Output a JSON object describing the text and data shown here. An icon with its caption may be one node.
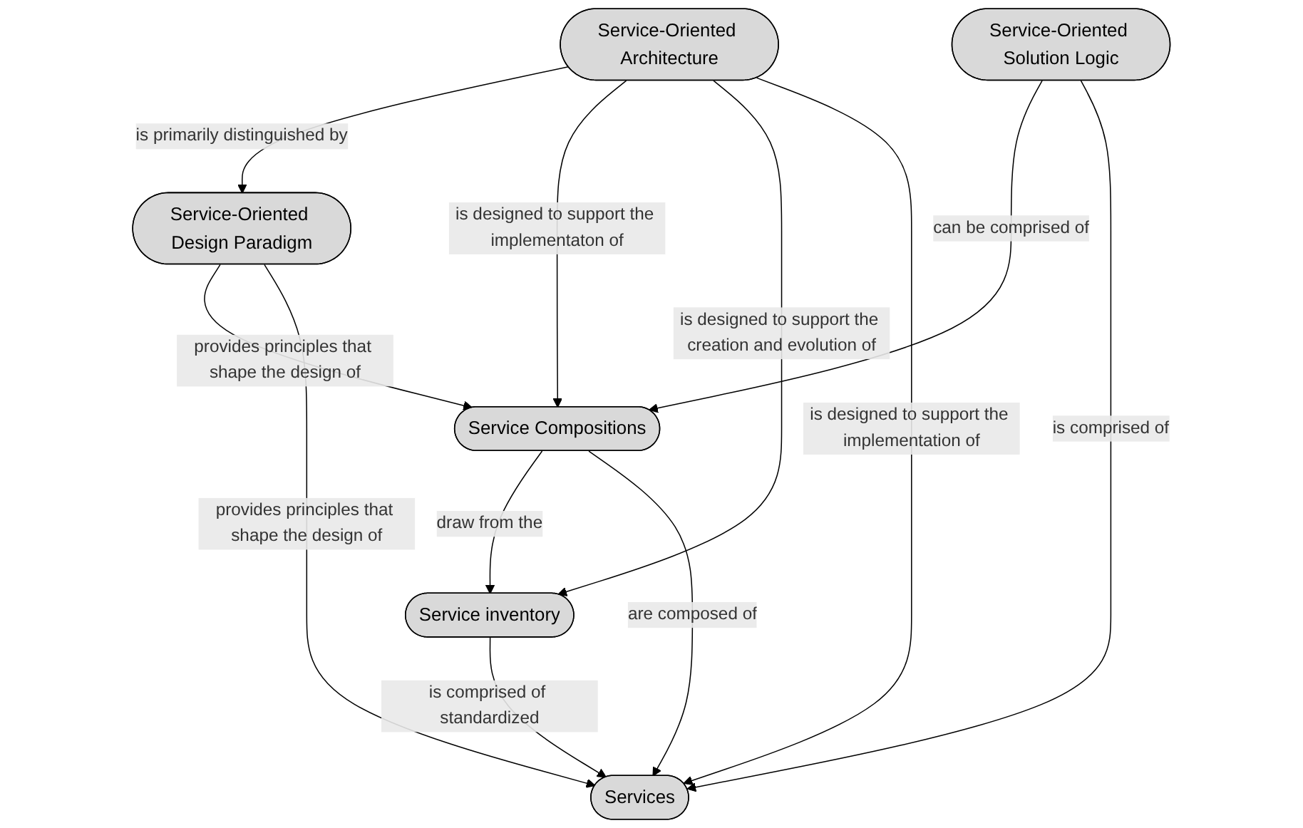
{
  "diagram": {
    "nodes": [
      {
        "text": [
          "Service-Oriented Architecture"
        ]
      },
      {
        "text": [
          "Service-Oriented Design Paradigm"
        ]
      },
      {
        "text": [
          "Service inventory"
        ]
      },
      {
        "text": [
          "Service Compositions"
        ]
      },
      {
        "text": [
          "Service-Oriented Solution Logic"
        ]
      },
      {
        "text": [
          "Services"
        ]
      }
    ],
    "edges": [
      {
        "from": 0,
        "to": 1,
        "arrow": "to",
        "label": "is primarily distinguished by"
      },
      {
        "from": 0,
        "to": 3,
        "arrow": "to",
        "label": "is designed to support the implementaton of"
      },
      {
        "from": 0,
        "to": 2,
        "arrow": "to",
        "label": "is designed to support the creation and evolution of"
      },
      {
        "from": 0,
        "to": 5,
        "arrow": "to",
        "label": "is designed to support the implementation of"
      },
      {
        "from": 1,
        "to": 3,
        "arrow": "to",
        "label": "provides principles that shape the design of"
      },
      {
        "from": 1,
        "to": 5,
        "arrow": "to",
        "label": "provides principles that shape the design of"
      },
      {
        "from": 3,
        "to": 2,
        "arrow": "to",
        "label": "draw from the"
      },
      {
        "from": 3,
        "to": 5,
        "arrow": "to",
        "label": "are composed of"
      },
      {
        "from": 4,
        "to": 3,
        "arrow": "to",
        "label": "can be comprised of"
      },
      {
        "from": 4,
        "to": 5,
        "arrow": "to",
        "label": "is comprised of"
      },
      {
        "from": 2,
        "to": 5,
        "arrow": "to",
        "label": "is comprised of standardized"
      }
    ]
  }
}
